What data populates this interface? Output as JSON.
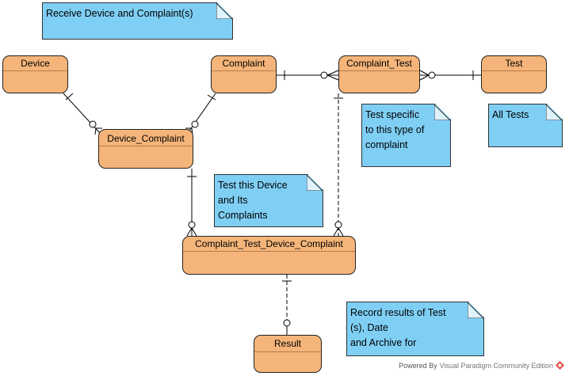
{
  "entities": {
    "device": {
      "label": "Device"
    },
    "complaint": {
      "label": "Complaint"
    },
    "complaint_test": {
      "label": "Complaint_Test"
    },
    "test": {
      "label": "Test"
    },
    "device_complaint": {
      "label": "Device_Complaint"
    },
    "ctdc": {
      "label": "Complaint_Test_Device_Complaint"
    },
    "result": {
      "label": "Result"
    }
  },
  "notes": {
    "receive": {
      "text": "Receive Device and Complaint(s)"
    },
    "test_specific": {
      "text": "Test specific\nto this type of\ncomplaint"
    },
    "all_tests": {
      "text": "All Tests"
    },
    "test_this": {
      "text": "Test this Device\nand Its\nComplaints"
    },
    "record": {
      "text": "Record results of Test\n(s), Date\nand Archive for"
    }
  },
  "footer": {
    "powered_by": "Powered By",
    "brand": "Visual Paradigm Community Edition"
  },
  "colors": {
    "entity_fill": "#f5b57a",
    "note_fill": "#7fcff5",
    "line": "#000000",
    "logo_red": "#e0463c"
  }
}
